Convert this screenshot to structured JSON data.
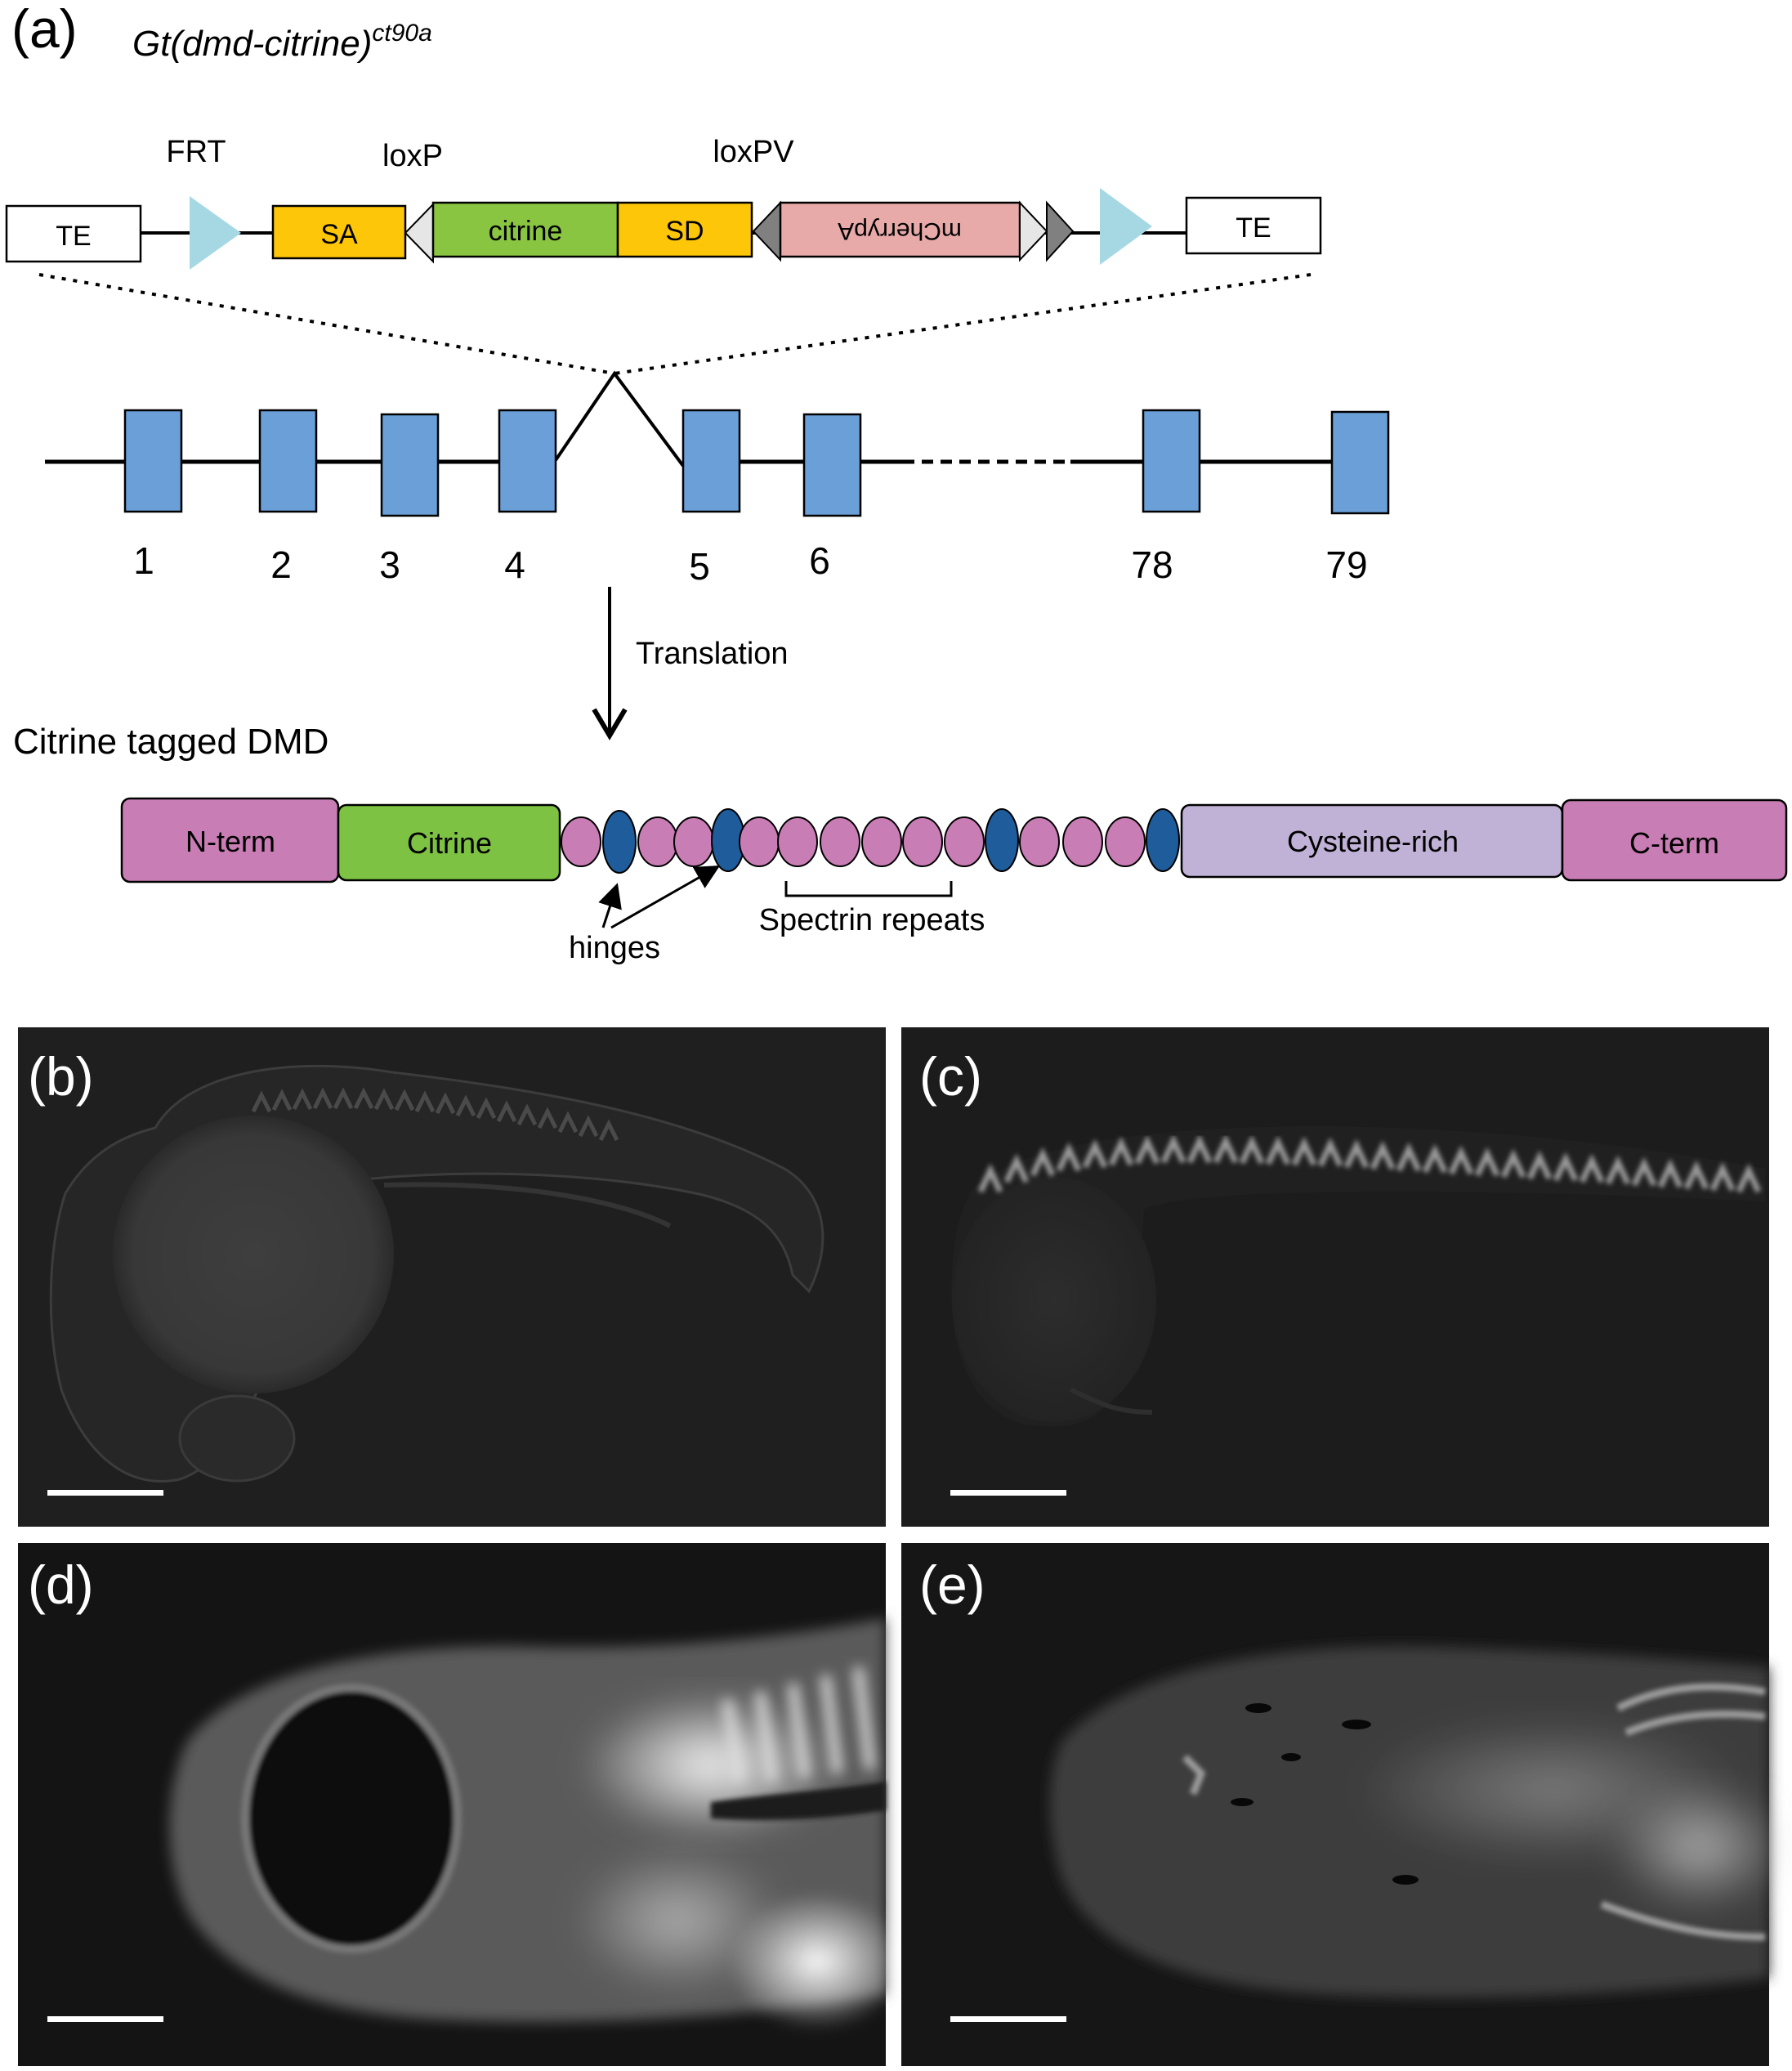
{
  "panel_a": {
    "letter": "(a)",
    "title_main": "Gt(dmd-citrine)",
    "title_sup": "ct90a",
    "cassette": {
      "te_left": "TE",
      "frt": "FRT",
      "loxp": "loxP",
      "loxpv": "loxPV",
      "sa": "SA",
      "citrine": "citrine",
      "sd": "SD",
      "mcherry": "mCherrypA",
      "te_right": "TE",
      "colors": {
        "frt_triangle": "#a6d8e4",
        "splice_box": "#fdc609",
        "citrine_box": "#89c541",
        "mcherry_box": "#e7aaa9",
        "lox_light": "#e6e6e6",
        "lox_dark": "#808080"
      }
    },
    "exons": [
      "1",
      "2",
      "3",
      "4",
      "5",
      "6",
      "78",
      "79"
    ],
    "exon_color": "#6a9fd8",
    "translation_label": "Translation",
    "protein": {
      "title": "Citrine tagged DMD",
      "n_term": "N-term",
      "citrine": "Citrine",
      "cysteine_rich": "Cysteine-rich",
      "c_term": "C-term",
      "hinges_label": "hinges",
      "spectrin_label": "Spectrin repeats",
      "colors": {
        "terminal": "#c97db5",
        "citrine": "#7dc242",
        "cysteine": "#c0b1d6",
        "spectrin": "#c97db5",
        "hinge": "#1f5c9c"
      }
    }
  },
  "panels_micro": [
    {
      "letter": "(b)"
    },
    {
      "letter": "(c)"
    },
    {
      "letter": "(d)"
    },
    {
      "letter": "(e)"
    }
  ]
}
